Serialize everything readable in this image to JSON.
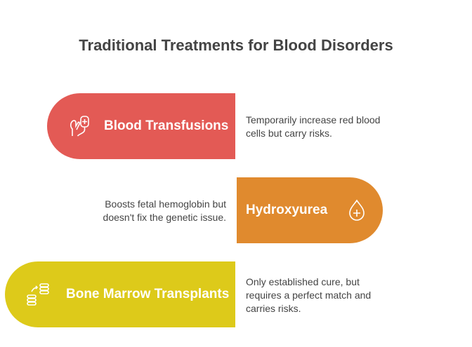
{
  "title": "Traditional Treatments for Blood Disorders",
  "colors": {
    "red": "#E35A55",
    "orange": "#E08A2E",
    "yellow": "#DDCA1A"
  },
  "items": [
    {
      "label": "Blood Transfusions",
      "icon": "iv-bag-icon",
      "desc": [
        "Temporarily increase red blood",
        "cells but carry risks."
      ]
    },
    {
      "label": "Hydroxyurea",
      "icon": "blood-drop-plus-icon",
      "desc": [
        "Boosts fetal hemoglobin but",
        "doesn't fix the genetic issue."
      ]
    },
    {
      "label": "Bone Marrow Transplants",
      "icon": "transplant-icon",
      "desc": [
        "Only established cure, but",
        "requires a perfect match and",
        "carries risks."
      ]
    }
  ]
}
